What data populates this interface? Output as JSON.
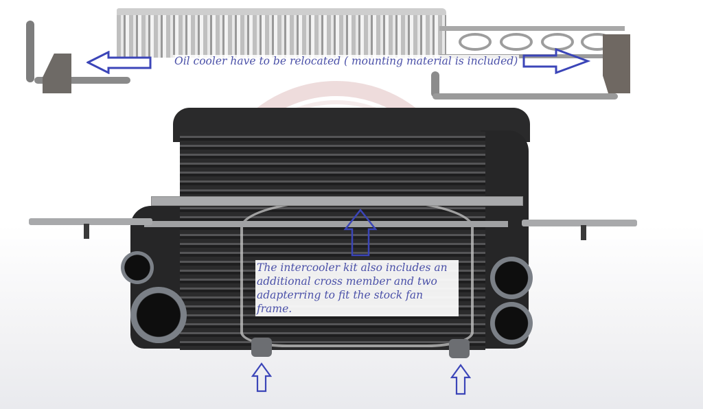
{
  "image": {
    "subject": "Intercooler kit with relocated oil cooler",
    "background_color": "#ffffff",
    "annotation_color": "#4a50a8",
    "arrow_color": "#3b45b8"
  },
  "annotations": {
    "oil_cooler_note": "Oil cooler have to be relocated ( mounting material is included)",
    "kit_note_lines": [
      "The intercooler kit also includes an",
      "additional cross member and two",
      "adapterring to fit the stock fan frame."
    ]
  },
  "arrows": [
    {
      "id": "left-arrow",
      "direction": "left"
    },
    {
      "id": "right-arrow",
      "direction": "right"
    },
    {
      "id": "cross-member-arrow",
      "direction": "up"
    },
    {
      "id": "adapter-ring-left-arrow",
      "direction": "up"
    },
    {
      "id": "adapter-ring-right-arrow",
      "direction": "up"
    }
  ],
  "components": [
    "oil-cooler",
    "intercooler-core",
    "cross-member",
    "fan-frame",
    "adapter-rings",
    "mounting-brackets"
  ]
}
